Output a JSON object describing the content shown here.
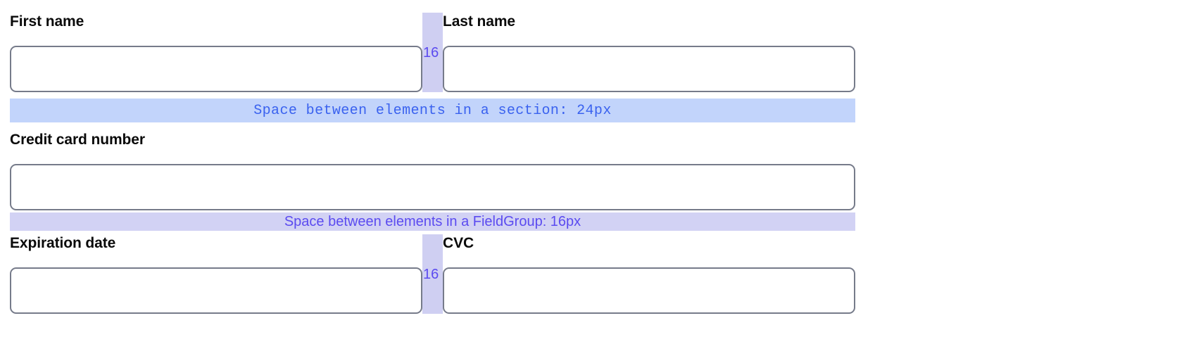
{
  "form": {
    "rows": [
      {
        "id": "name-row",
        "left": {
          "label": "First name",
          "value": "",
          "placeholder": ""
        },
        "right": {
          "label": "Last name",
          "value": "",
          "placeholder": ""
        },
        "gap_value": "16"
      },
      {
        "id": "card-row",
        "left": {
          "label": "Expiration date",
          "value": "",
          "placeholder": ""
        },
        "right": {
          "label": "CVC",
          "value": "",
          "placeholder": ""
        },
        "gap_value": "16"
      }
    ],
    "credit_card": {
      "label": "Credit card number",
      "value": "",
      "placeholder": ""
    }
  },
  "annotations": {
    "section_spacing": {
      "text": "Space between elements in a section: 24px",
      "value": "24px",
      "color": "#3a62ef",
      "background": "#c2d4fb"
    },
    "fieldgroup_spacing": {
      "text": "Space between elements in a FieldGroup: 16px",
      "value": "16px",
      "color": "#5b4bf0",
      "background": "#d2d2f4"
    },
    "column_gap": {
      "value": "16",
      "color": "#5b4bf0",
      "background": "#cfcff2"
    }
  },
  "theme": {
    "input_border": "#767b8a",
    "label_color": "#0a0a0a",
    "page_background": "#ffffff"
  }
}
